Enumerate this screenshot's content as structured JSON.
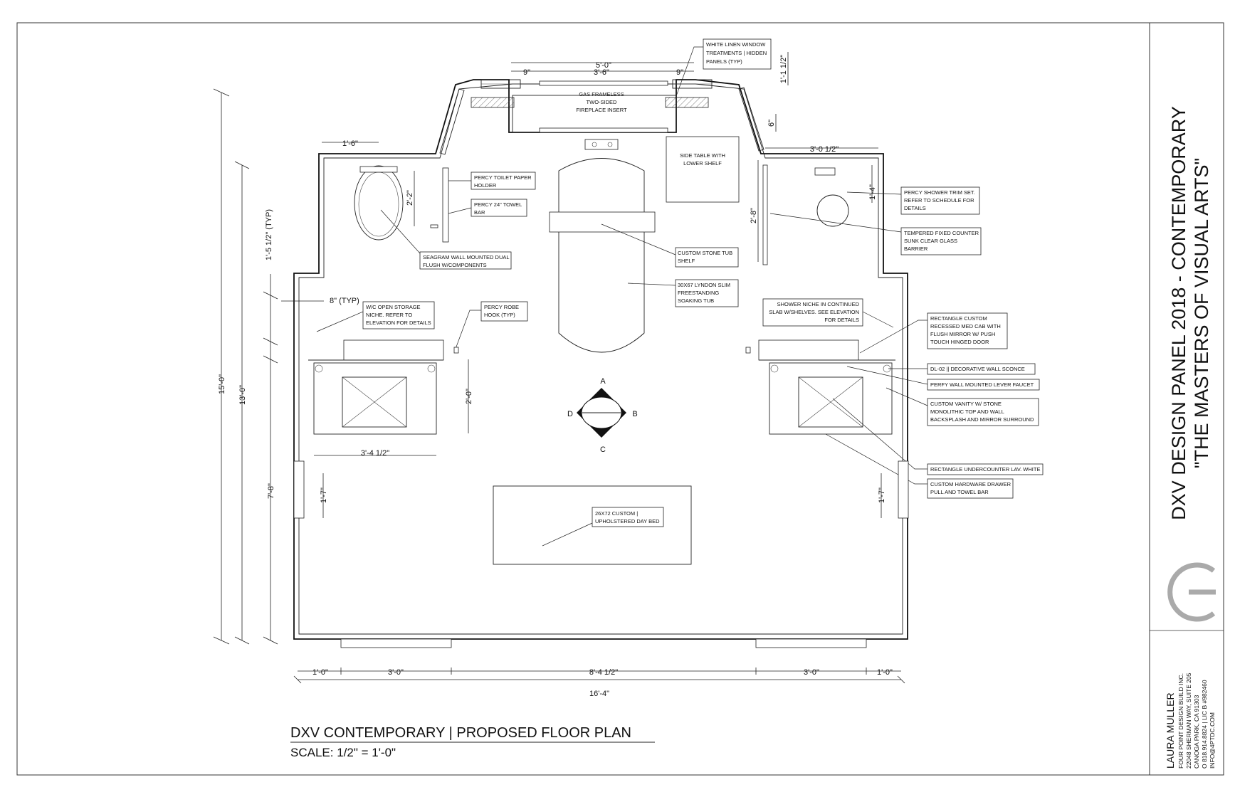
{
  "sheet": {
    "project_title": "DXV DESIGN PANEL 2018 - CONTEMPORARY",
    "project_subtitle": "\"THE MASTERS OF VISUAL ARTS\"",
    "drawing_title": "DXV CONTEMPORARY | PROPOSED FLOOR PLAN",
    "scale": "SCALE:  1/2\" = 1'-0\"",
    "designer": {
      "name": "LAURA MULLER",
      "lines": [
        "FOUR POINT DESIGN BUILD INC.",
        "22048 SHERMAN WAY, SUITE 205",
        "CANOGA PARK, CA 91303",
        "O 818.914.8824 | LIC B #982460",
        "INFO@4PTDC.COM"
      ]
    }
  },
  "section_marker": {
    "a": "A",
    "b": "B",
    "c": "C",
    "d": "D"
  },
  "dimensions": {
    "fire_width": "5'-0\"",
    "fire_left": "9\"",
    "fire_mid": "3'-6\"",
    "fire_right": "9\"",
    "fire_depth": "1'-1 1/2\"",
    "fire_angle": "6\"",
    "wc_width": "1'-6\"",
    "toilet_offset": "2'-2\"",
    "left_alcove": "1'-5 1/2\" (TYP)",
    "niche_typ": "8\" (TYP)",
    "overall_height": "15'-0\"",
    "inner_height": "13'-0\"",
    "lower_height": "7'-8\"",
    "vanity_depth": "2'-0\"",
    "vanity_width": "3'-4 1/2\"",
    "left_window": "1'-7\"",
    "right_window": "1'-7\"",
    "shower_width": "3'-0 1/2\"",
    "shower_head": "1'-4\"",
    "shower_glass": "2'-8\"",
    "bottom_a": "1'-0\"",
    "bottom_b": "3'-0\"",
    "bottom_c": "8'-4 1/2\"",
    "bottom_d": "3'-0\"",
    "bottom_e": "1'-0\"",
    "overall_width": "16'-4\""
  },
  "labels": {
    "fireplace": [
      "GAS FRAMELESS",
      "TWO-SIDED",
      "FIREPLACE INSERT"
    ],
    "window_treat": [
      "WHITE LINEN WINDOW",
      "TREATMENTS | HIDDEN",
      "PANELS (TYP)"
    ],
    "side_table": [
      "SIDE TABLE WITH",
      "LOWER SHELF"
    ],
    "toilet_paper": [
      "PERCY TOILET PAPER",
      "HOLDER"
    ],
    "towel_bar": [
      "PERCY 24\" TOWEL",
      "BAR"
    ],
    "toilet": [
      "SEAGRAM WALL MOUNTED DUAL",
      "FLUSH W/COMPONENTS"
    ],
    "stone_shelf": [
      "CUSTOM STONE TUB",
      "SHELF"
    ],
    "tub": [
      "30X67 LYNDON SLIM",
      "FREESTANDING",
      "SOAKING TUB"
    ],
    "wc_niche": [
      "W/C OPEN STORAGE",
      "NICHE. REFER TO",
      "ELEVATION FOR DETAILS"
    ],
    "robe_hook": [
      "PERCY ROBE",
      "HOOK (TYP)"
    ],
    "shower_trim": [
      "PERCY SHOWER TRIM SET.",
      "REFER TO SCHEDULE FOR",
      "DETAILS"
    ],
    "glass": [
      "TEMPERED FIXED COUNTER",
      "SUNK CLEAR GLASS",
      "BARRIER"
    ],
    "shower_niche": [
      "SHOWER NICHE IN CONTINUED",
      "SLAB W/SHELVES. SEE ELEVATION",
      "FOR DETAILS"
    ],
    "med_cab": [
      "RECTANGLE CUSTOM",
      "RECESSED MED CAB WITH",
      "FLUSH MIRROR W/ PUSH",
      "TOUCH HINGED DOOR"
    ],
    "sconce": [
      "DL-02 || DECORATIVE WALL SCONCE"
    ],
    "faucet": [
      "PERFY WALL MOUNTED LEVER FAUCET"
    ],
    "vanity": [
      "CUSTOM VANITY W/ STONE",
      "MONOLITHIC TOP AND WALL",
      "BACKSPLASH AND MIRROR SURROUND"
    ],
    "lav": [
      "RECTANGLE UNDERCOUNTER LAV. WHITE"
    ],
    "drawer_pull": [
      "CUSTOM HARDWARE DRAWER",
      "PULL AND TOWEL BAR"
    ],
    "day_bed": [
      "26X72 CUSTOM |",
      "UPHOLSTERED DAY BED"
    ]
  }
}
